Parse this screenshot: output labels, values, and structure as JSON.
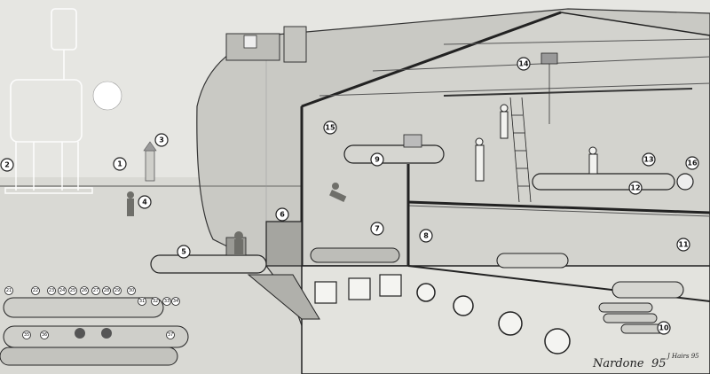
{
  "artwork": {
    "kind": "technical cutaway illustration",
    "palette": {
      "paper": "#e9e9e6",
      "ink": "#222222",
      "shade": "#b9b9b4",
      "dark": "#6f6f6a"
    }
  },
  "callouts": [
    "1",
    "2",
    "3",
    "4",
    "5",
    "6",
    "7",
    "8",
    "9",
    "10",
    "11",
    "12",
    "13",
    "14",
    "15",
    "16"
  ],
  "inset_callouts": [
    "21",
    "22",
    "23",
    "24",
    "25",
    "26",
    "27",
    "28",
    "29",
    "30",
    "31",
    "32",
    "33",
    "34",
    "35",
    "36",
    "37"
  ],
  "signature": {
    "name": "Nardone",
    "year": "95",
    "second_mark": "J Hairs 95"
  }
}
